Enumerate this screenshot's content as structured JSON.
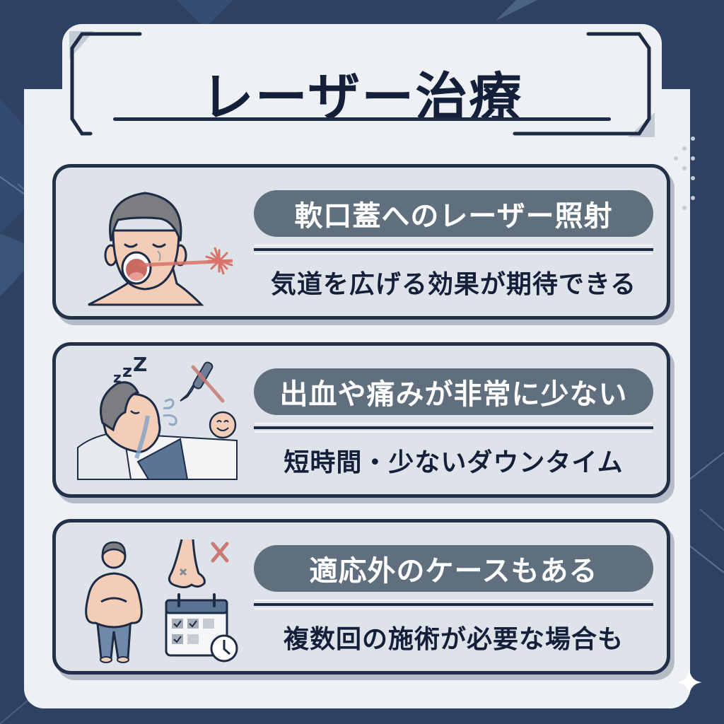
{
  "header": {
    "title": "レーザー治療"
  },
  "cards": [
    {
      "heading": "軟口蓋へのレーザー照射",
      "subtext": "気道を広げる効果が期待できる",
      "illustration": "person-open-mouth-laser-icon"
    },
    {
      "heading": "出血や痛みが非常に少ない",
      "subtext": "短時間・少ないダウンタイム",
      "illustration": "sleeping-person-no-scalpel-smile-icon"
    },
    {
      "heading": "適応外のケースもある",
      "subtext": "複数回の施術が必要な場合も",
      "illustration": "obese-person-nose-calendar-icon"
    }
  ],
  "colors": {
    "background": "#2d4263",
    "panel": "#eef1f4",
    "card": "#dde3e9",
    "card_border": "#22304a",
    "pill": "#5f6f7e",
    "text_dark": "#14203a",
    "laser": "#d9736a",
    "skin": "#f4cdb8"
  }
}
